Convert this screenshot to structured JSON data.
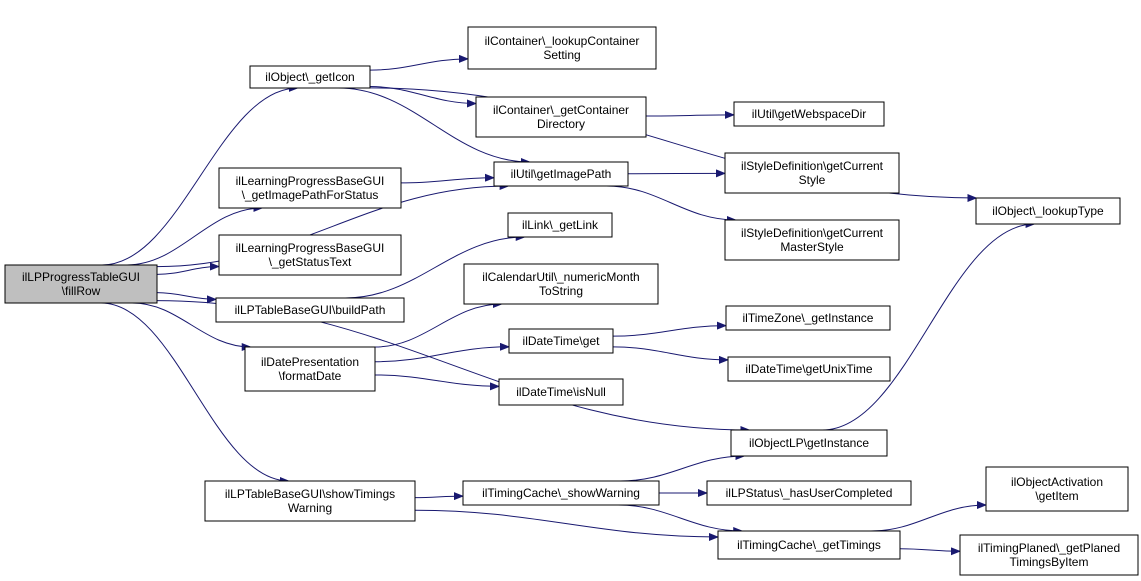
{
  "colors": {
    "edge": "#191970",
    "node_border": "#000000",
    "node_fill": "#ffffff",
    "root_fill": "#bfbfbf"
  },
  "nodes": [
    {
      "id": "root",
      "lines": [
        "ilLPProgressTableGUI",
        "\\fillRow"
      ],
      "root": true
    },
    {
      "id": "getIcon",
      "lines": [
        "ilObject\\_getIcon"
      ]
    },
    {
      "id": "lookupContainer",
      "lines": [
        "ilContainer\\_lookupContainer",
        "Setting"
      ]
    },
    {
      "id": "getContainerDir",
      "lines": [
        "ilContainer\\_getContainer",
        "Directory"
      ]
    },
    {
      "id": "webspaceDir",
      "lines": [
        "ilUtil\\getWebspaceDir"
      ]
    },
    {
      "id": "getImagePathStatus",
      "lines": [
        "ilLearningProgressBaseGUI",
        "\\_getImagePathForStatus"
      ]
    },
    {
      "id": "getImagePath",
      "lines": [
        "ilUtil\\getImagePath"
      ]
    },
    {
      "id": "styleCurrent",
      "lines": [
        "ilStyleDefinition\\getCurrent",
        "Style"
      ]
    },
    {
      "id": "styleMaster",
      "lines": [
        "ilStyleDefinition\\getCurrent",
        "MasterStyle"
      ]
    },
    {
      "id": "lookupType",
      "lines": [
        "ilObject\\_lookupType"
      ]
    },
    {
      "id": "getStatusText",
      "lines": [
        "ilLearningProgressBaseGUI",
        "\\_getStatusText"
      ]
    },
    {
      "id": "getLink",
      "lines": [
        "ilLink\\_getLink"
      ]
    },
    {
      "id": "numericMonth",
      "lines": [
        "ilCalendarUtil\\_numericMonth",
        "ToString"
      ]
    },
    {
      "id": "buildPath",
      "lines": [
        "ilLPTableBaseGUI\\buildPath"
      ]
    },
    {
      "id": "formatDate",
      "lines": [
        "ilDatePresentation",
        "\\formatDate"
      ]
    },
    {
      "id": "dtGet",
      "lines": [
        "ilDateTime\\get"
      ]
    },
    {
      "id": "tzInstance",
      "lines": [
        "ilTimeZone\\_getInstance"
      ]
    },
    {
      "id": "unixTime",
      "lines": [
        "ilDateTime\\getUnixTime"
      ]
    },
    {
      "id": "isNull",
      "lines": [
        "ilDateTime\\isNull"
      ]
    },
    {
      "id": "objLP",
      "lines": [
        "ilObjectLP\\getInstance"
      ]
    },
    {
      "id": "showTimings",
      "lines": [
        "ilLPTableBaseGUI\\showTimings",
        "Warning"
      ]
    },
    {
      "id": "tcShowWarning",
      "lines": [
        "ilTimingCache\\_showWarning"
      ]
    },
    {
      "id": "hasUserCompleted",
      "lines": [
        "ilLPStatus\\_hasUserCompleted"
      ]
    },
    {
      "id": "activation",
      "lines": [
        "ilObjectActivation",
        "\\getItem"
      ]
    },
    {
      "id": "getTimings",
      "lines": [
        "ilTimingCache\\_getTimings"
      ]
    },
    {
      "id": "planed",
      "lines": [
        "ilTimingPlaned\\_getPlaned",
        "TimingsByItem"
      ]
    }
  ],
  "edges": [
    [
      "root",
      "getIcon"
    ],
    [
      "root",
      "getImagePath"
    ],
    [
      "root",
      "getImagePathStatus"
    ],
    [
      "root",
      "getStatusText"
    ],
    [
      "root",
      "buildPath"
    ],
    [
      "root",
      "formatDate"
    ],
    [
      "root",
      "objLP"
    ],
    [
      "root",
      "showTimings"
    ],
    [
      "getIcon",
      "lookupType"
    ],
    [
      "getIcon",
      "lookupContainer"
    ],
    [
      "getIcon",
      "getContainerDir"
    ],
    [
      "getIcon",
      "getImagePath"
    ],
    [
      "getContainerDir",
      "webspaceDir"
    ],
    [
      "getImagePathStatus",
      "getImagePath"
    ],
    [
      "getImagePath",
      "styleCurrent"
    ],
    [
      "getImagePath",
      "styleMaster"
    ],
    [
      "buildPath",
      "getLink"
    ],
    [
      "formatDate",
      "numericMonth"
    ],
    [
      "formatDate",
      "dtGet"
    ],
    [
      "formatDate",
      "isNull"
    ],
    [
      "dtGet",
      "tzInstance"
    ],
    [
      "dtGet",
      "unixTime"
    ],
    [
      "objLP",
      "lookupType"
    ],
    [
      "showTimings",
      "tcShowWarning"
    ],
    [
      "showTimings",
      "getTimings"
    ],
    [
      "tcShowWarning",
      "objLP"
    ],
    [
      "tcShowWarning",
      "hasUserCompleted"
    ],
    [
      "tcShowWarning",
      "getTimings"
    ],
    [
      "getTimings",
      "activation"
    ],
    [
      "getTimings",
      "planed"
    ]
  ]
}
